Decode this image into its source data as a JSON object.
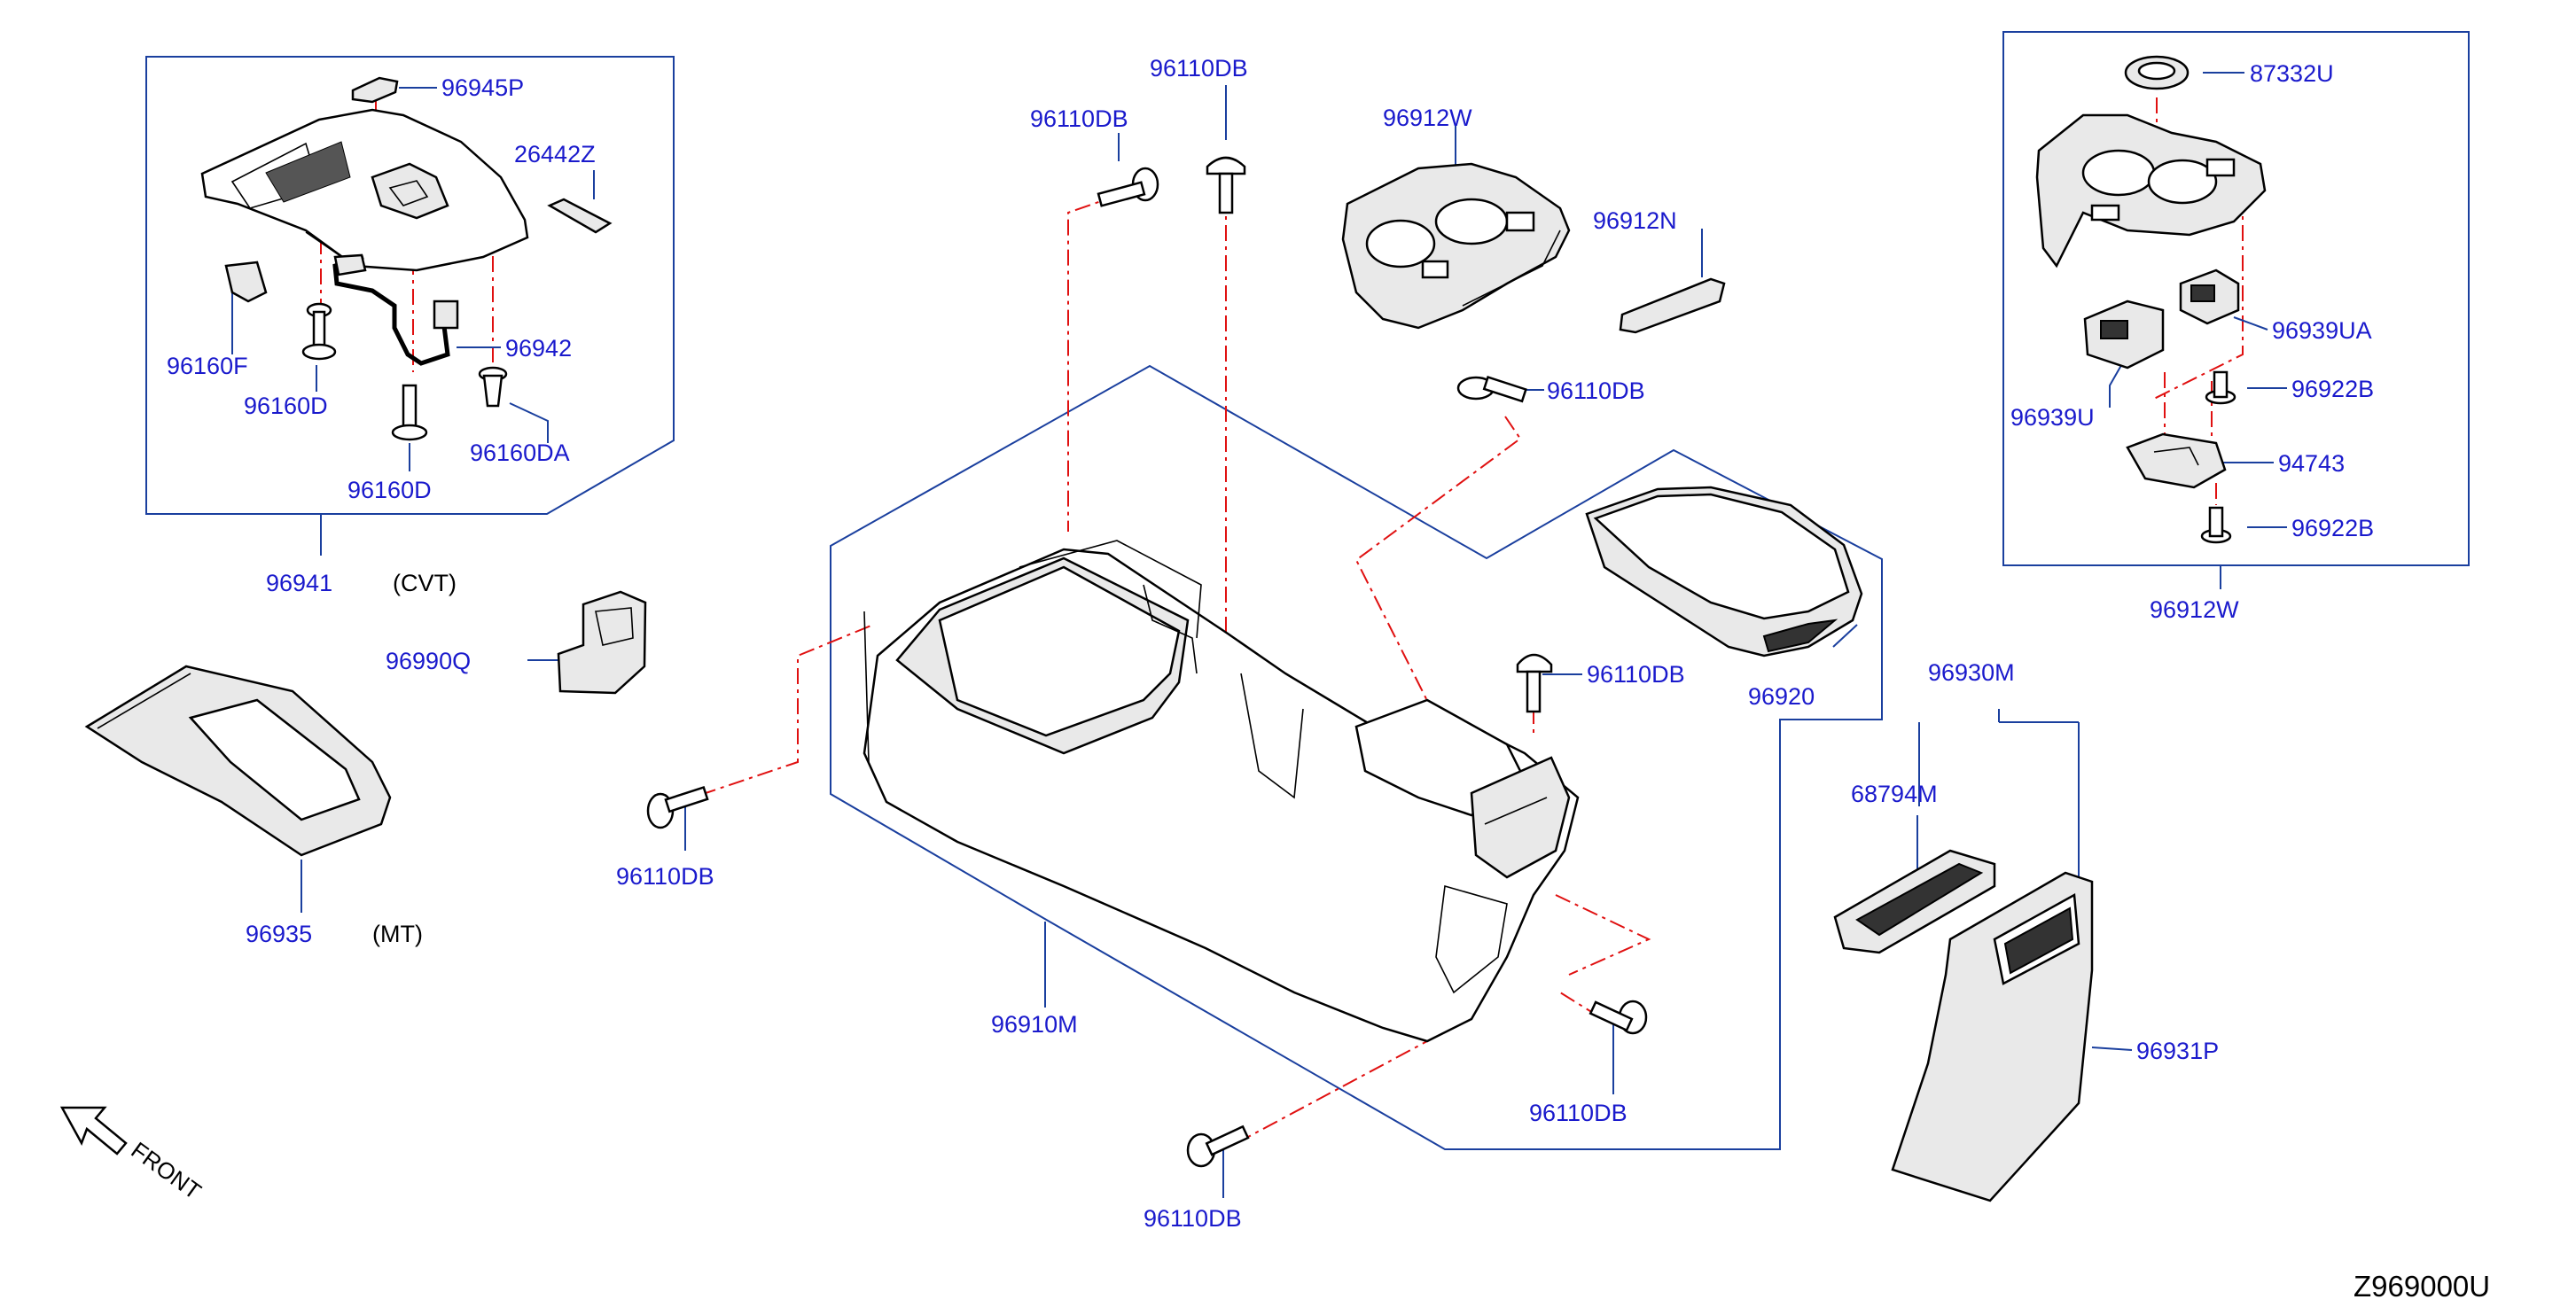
{
  "diagram_id": "Z969000U",
  "front_label": "FRONT",
  "variant_labels": {
    "cvt": "(CVT)",
    "mt": "(MT)"
  },
  "parts": {
    "p_96945P": "96945P",
    "p_26442Z": "26442Z",
    "p_96942": "96942",
    "p_96160F": "96160F",
    "p_96160D_a": "96160D",
    "p_96160D_b": "96160D",
    "p_96160DA": "96160DA",
    "p_96941": "96941",
    "p_96990Q": "96990Q",
    "p_96935": "96935",
    "p_96110DB_top": "96110DB",
    "p_96110DB_topleft": "96110DB",
    "p_96110DB_mid": "96110DB",
    "p_96110DB_right": "96110DB",
    "p_96110DB_left": "96110DB",
    "p_96110DB_lowright": "96110DB",
    "p_96110DB_bottom": "96110DB",
    "p_96912W_top": "96912W",
    "p_96912N": "96912N",
    "p_96920": "96920",
    "p_96910M": "96910M",
    "p_87332U": "87332U",
    "p_96939UA": "96939UA",
    "p_96922B_a": "96922B",
    "p_96939U": "96939U",
    "p_94743": "94743",
    "p_96922B_b": "96922B",
    "p_96912W_box": "96912W",
    "p_96930M": "96930M",
    "p_68794M": "68794M",
    "p_96931P": "96931P"
  }
}
